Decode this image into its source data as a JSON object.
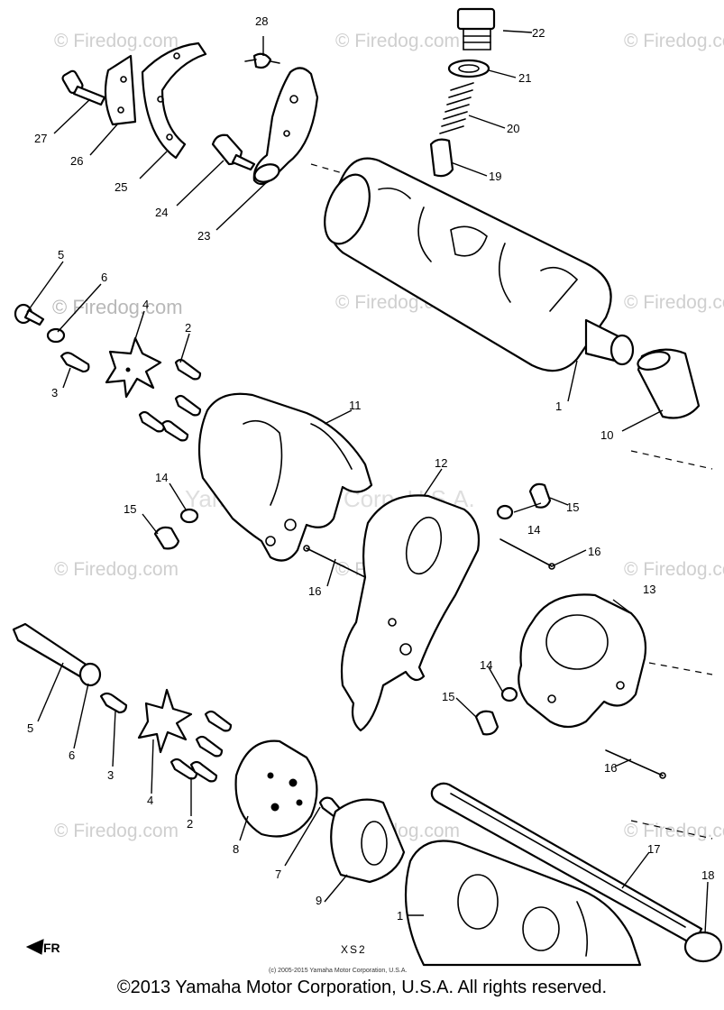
{
  "watermark": {
    "text": "© Firedog.com",
    "ghost_text": "Yamaha Motor Corp. U.S.A."
  },
  "model_code": "XS2",
  "front_mark": "FR",
  "small_copyright": "(c) 2005-2015 Yamaha Motor Corporation, U.S.A.",
  "copyright": "©2013 Yamaha Motor Corporation, U.S.A. All rights reserved.",
  "callouts": {
    "c1a": "1",
    "c1b": "1",
    "c2a": "2",
    "c2b": "2",
    "c3a": "3",
    "c3b": "3",
    "c4a": "4",
    "c4b": "4",
    "c5a": "5",
    "c5b": "5",
    "c6a": "6",
    "c6b": "6",
    "c7": "7",
    "c8": "8",
    "c9": "9",
    "c10": "10",
    "c11": "11",
    "c12": "12",
    "c13": "13",
    "c14a": "14",
    "c14b": "14",
    "c14c": "14",
    "c15a": "15",
    "c15b": "15",
    "c15c": "15",
    "c16a": "16",
    "c16b": "16",
    "c16c": "16",
    "c17": "17",
    "c18": "18",
    "c19": "19",
    "c20": "20",
    "c21": "21",
    "c22": "22",
    "c23": "23",
    "c24": "24",
    "c25": "25",
    "c26": "26",
    "c27": "27",
    "c28": "28"
  }
}
